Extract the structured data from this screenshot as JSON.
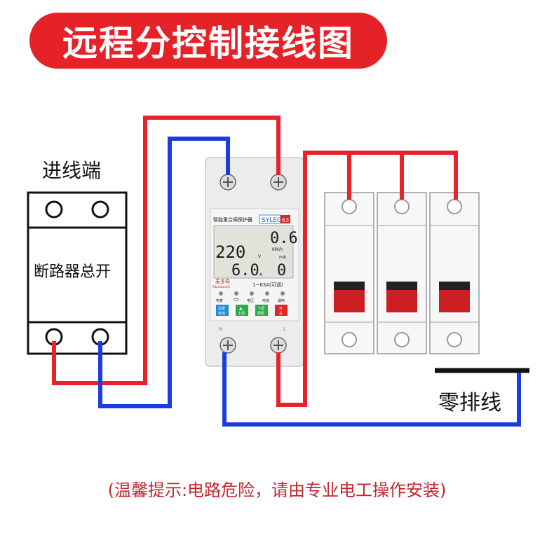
{
  "title": "远程分控制接线图",
  "inlet_label": "进线端",
  "main_breaker_label": "断路器总开",
  "neutral_bar_label": "零排线",
  "footer_note": "(温馨提示:电路危险，请由专业电工操作安装)",
  "device": {
    "name": "智能重合闸保护器",
    "model": "SYLEO",
    "model_badge": "63",
    "readings": {
      "voltage": "220",
      "voltage_unit": "V",
      "current": "6.0",
      "current_unit": "A",
      "energy": "0.6",
      "energy_unit": "KW/h",
      "leakage": "0",
      "leakage_unit": "mA"
    },
    "brand_cn": "麦多奇",
    "brand_en": "MaiduoQi",
    "rating": "1~63A(可调)",
    "indicators": [
      "电表",
      "",
      "电压",
      "电流",
      "漏电"
    ],
    "buttons": [
      {
        "line1": "设置",
        "line2": "查询"
      },
      {
        "line1": "▲",
        "line2": "上调"
      },
      {
        "line1": "下调",
        "line2": "配网"
      },
      {
        "line1": "开",
        "line2": "关"
      }
    ],
    "terminal_labels": [
      "N",
      "L"
    ]
  },
  "colors": {
    "title_bg": "#e62229",
    "live_wire": "#e8222b",
    "neutral_wire": "#1a3de0",
    "footer_text": "#c1272d",
    "breaker_handle": "#cc1f24"
  }
}
